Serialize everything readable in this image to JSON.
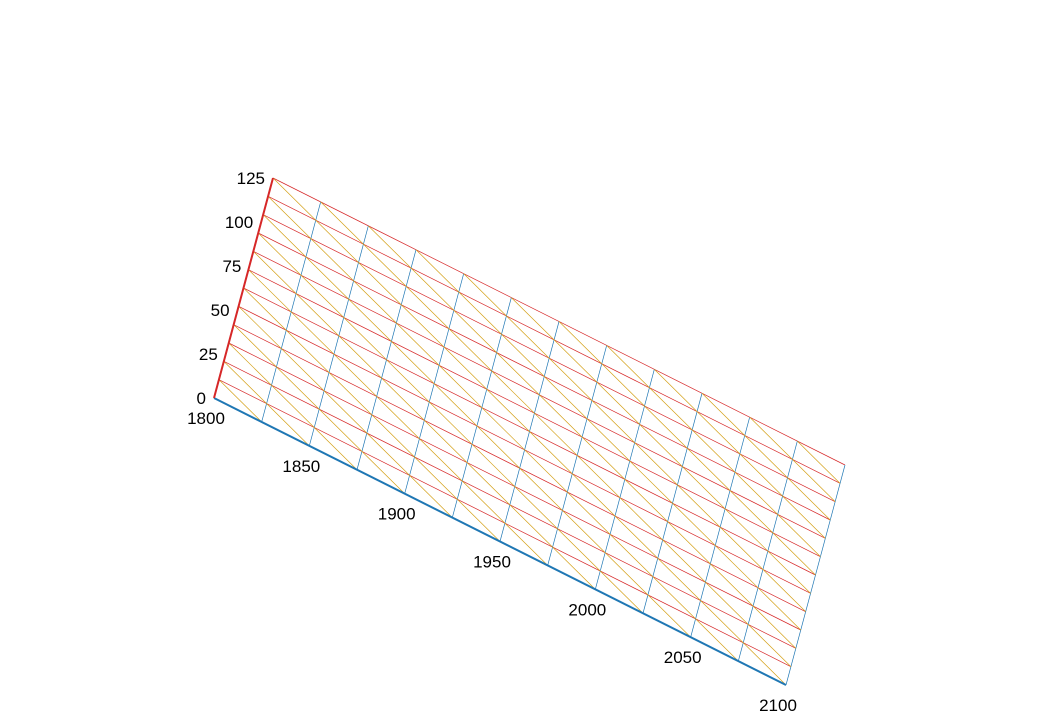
{
  "chart_data": {
    "type": "ternary",
    "title": "",
    "axes": {
      "a": {
        "ticks": [
          "1800",
          "1850",
          "1900",
          "1950",
          "2000",
          "2050",
          "2100"
        ],
        "range": [
          1800,
          2100
        ],
        "color": "#1f77b4"
      },
      "b": {
        "ticks": [
          "0",
          "25",
          "50",
          "75",
          "100",
          "125"
        ],
        "range": [
          0,
          125
        ],
        "color": "#d62728"
      },
      "c": {
        "ticks": [],
        "color": "#d4a017"
      }
    },
    "grid": true
  }
}
